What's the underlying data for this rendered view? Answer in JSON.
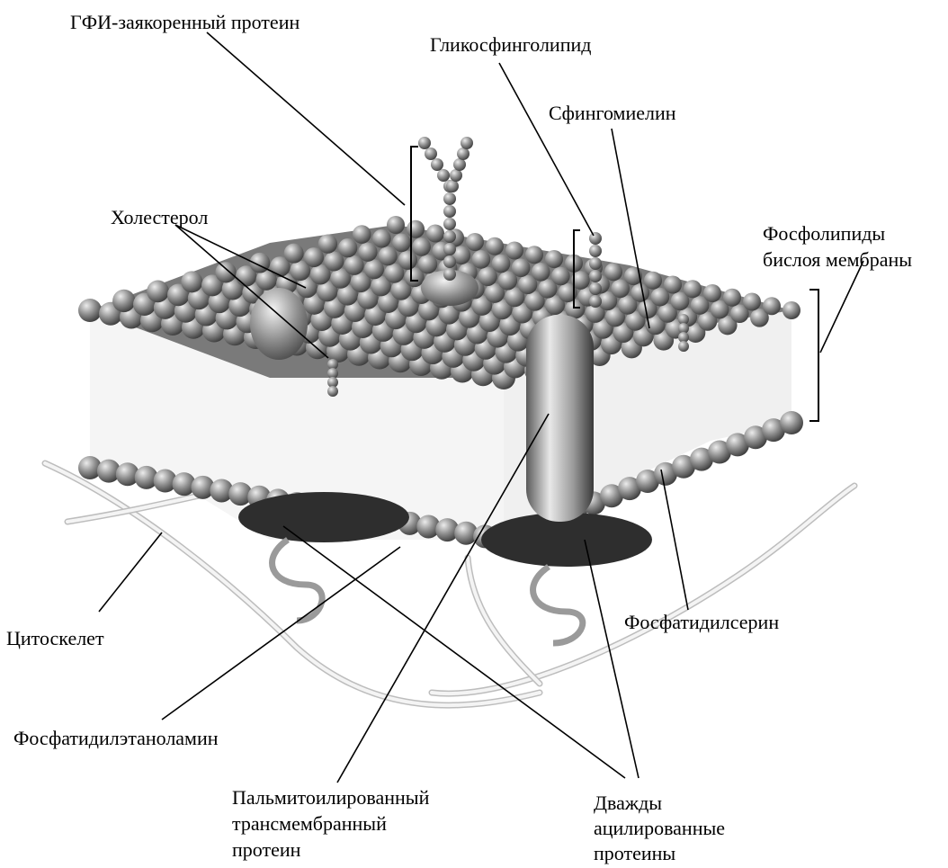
{
  "labels": {
    "gpi_protein": "ГФИ-заякоренный протеин",
    "glycosphingolipid": "Гликосфинголипид",
    "sphingomyelin": "Сфингомиелин",
    "cholesterol": "Холестерол",
    "phospholipids_l1": "Фосфолипиды",
    "phospholipids_l2": "бислоя мембраны",
    "cytoskeleton": "Цитоскелет",
    "phosphatidylserine": "Фосфатидилсерин",
    "phosphatidylethanolamine": "Фосфатидилэтаноламин",
    "palmitoylated_l1": "Пальмитоилированный",
    "palmitoylated_l2": "трансмембранный",
    "palmitoylated_l3": "протеин",
    "diacylated_l1": "Дважды",
    "diacylated_l2": "ацилированные",
    "diacylated_l3": "протеины"
  },
  "colors": {
    "sphere_light": "#e6e6e6",
    "sphere_mid": "#8a8a8a",
    "sphere_dark": "#3c3c3c",
    "tail": "#f4f4f4",
    "disk": "#2e2e2e",
    "line": "#000000"
  }
}
